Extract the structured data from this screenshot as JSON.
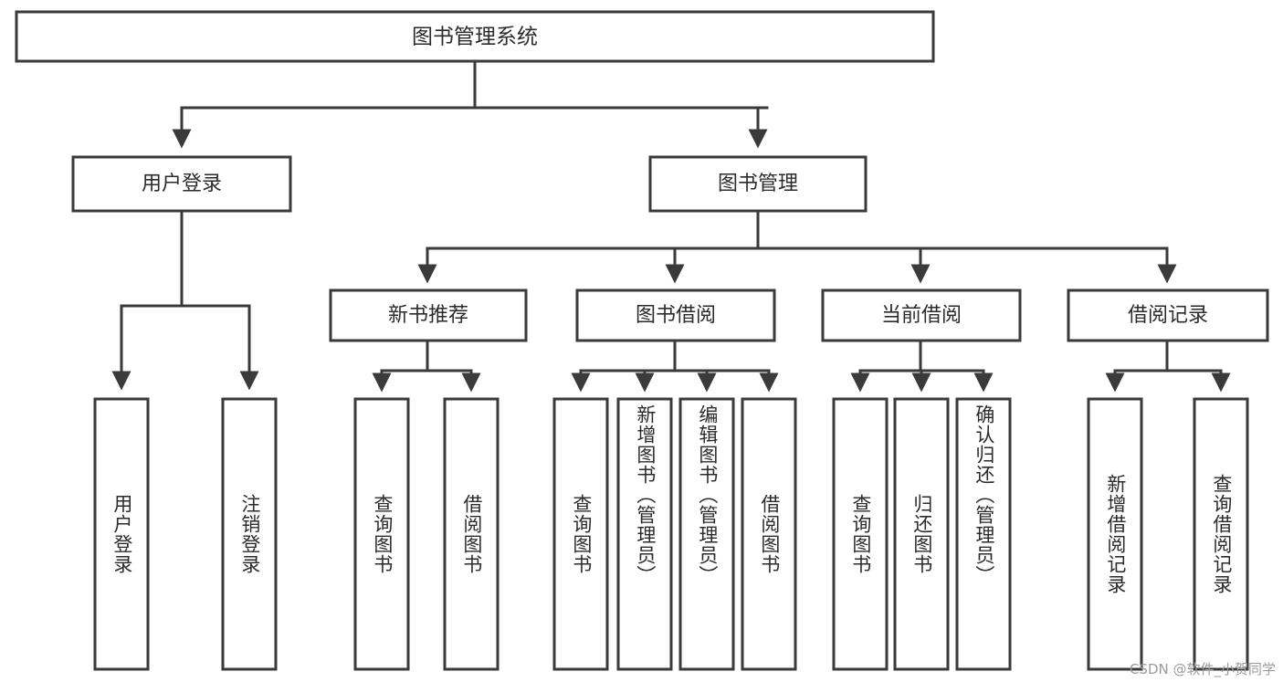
{
  "diagram": {
    "type": "tree",
    "title": "图书管理系统",
    "root": {
      "label": "图书管理系统"
    },
    "level2": [
      {
        "label": "用户登录"
      },
      {
        "label": "图书管理"
      }
    ],
    "level3": [
      {
        "label": "新书推荐"
      },
      {
        "label": "图书借阅"
      },
      {
        "label": "当前借阅"
      },
      {
        "label": "借阅记录"
      }
    ],
    "leaves": {
      "user_login": [
        {
          "label": "用户登录"
        },
        {
          "label": "注销登录"
        }
      ],
      "new_book_recommend": [
        {
          "label": "查询图书"
        },
        {
          "label": "借阅图书"
        }
      ],
      "book_borrow": [
        {
          "label": "查询图书"
        },
        {
          "label": "新增图书（管理员）"
        },
        {
          "label": "编辑图书（管理员）"
        },
        {
          "label": "借阅图书"
        }
      ],
      "current_borrow": [
        {
          "label": "查询图书"
        },
        {
          "label": "归还图书"
        },
        {
          "label": "确认归还（管理员）"
        }
      ],
      "borrow_record": [
        {
          "label": "新增借阅记录"
        },
        {
          "label": "查询借阅记录"
        }
      ]
    }
  },
  "watermark": {
    "text": "CSDN @软件_小贺同学"
  },
  "colors": {
    "box_stroke": "#3a3a3a",
    "box_fill": "#ffffff",
    "text": "#2b2b2b",
    "watermark": "#9b9b9b",
    "background": "#ffffff"
  }
}
